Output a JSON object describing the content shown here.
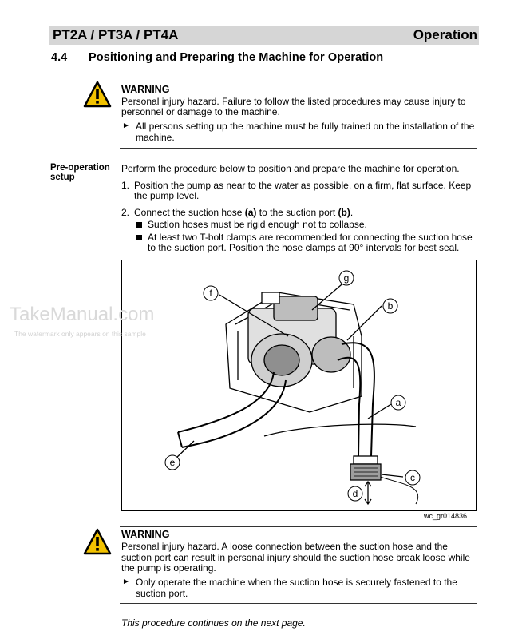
{
  "header": {
    "models": "PT2A / PT3A / PT4A",
    "chapter": "Operation"
  },
  "section": {
    "number": "4.4",
    "title": "Positioning and Preparing the Machine for Operation"
  },
  "warning1": {
    "title": "WARNING",
    "line1": "Personal injury hazard. Failure to follow the listed procedures may cause injury to",
    "line2": "personnel or damage to the machine.",
    "bullet_line1": "All persons setting up the machine must be fully trained on the installation of the",
    "bullet_line2": "machine."
  },
  "preop": {
    "label_line1": "Pre-operation",
    "label_line2": "setup",
    "intro": "Perform the procedure below to position and prepare the machine for operation.",
    "step1_num": "1.",
    "step1_line1": "Position the pump as near to the water as possible, on a firm, flat surface. Keep",
    "step1_line2": "the pump level.",
    "step2_num": "2.",
    "step2_pre": "Connect the suction hose ",
    "step2_a": "(a)",
    "step2_mid": " to the suction port ",
    "step2_b": "(b)",
    "step2_end": ".",
    "sub1": "Suction hoses must be rigid enough not to collapse.",
    "sub2_line1": "At least two T-bolt clamps are recommended for connecting the suction hose",
    "sub2_line2": "to the suction port. Position the hose clamps at 90° intervals for best seal."
  },
  "figure": {
    "callouts": [
      "g",
      "f",
      "b",
      "a",
      "e",
      "c",
      "d"
    ],
    "code": "wc_gr014836"
  },
  "warning2": {
    "title": "WARNING",
    "line1": "Personal injury hazard. A loose connection between the suction hose and the",
    "line2": "suction port can result in personal injury should the suction hose break loose while",
    "line3": "the pump is operating.",
    "bullet_line1": "Only operate the machine when the suction hose is securely fastened to the",
    "bullet_line2": "suction port."
  },
  "watermark": {
    "brand": "TakeManual.com",
    "note": "The watermark only appears on this sample"
  },
  "footer": {
    "continue": "This procedure continues on the next page."
  }
}
